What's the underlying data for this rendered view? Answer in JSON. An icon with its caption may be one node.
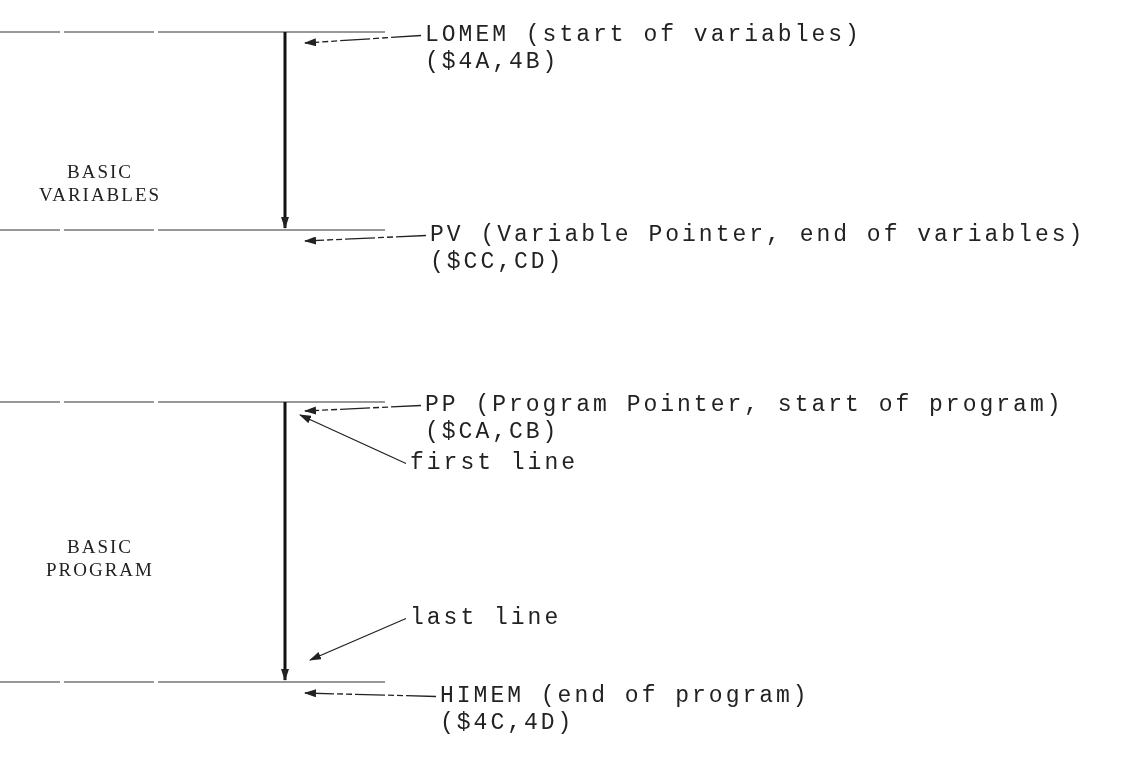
{
  "diagram": {
    "nodes": [
      {
        "text": [
          "LOMEM (start of variables)",
          "($4A,4B)"
        ]
      },
      {
        "text": [
          "PV (Variable Pointer, end of variables)",
          "($CC,CD)"
        ]
      },
      {
        "text": [
          "PP (Program Pointer, start of program)",
          "($CA,CB)"
        ]
      },
      {
        "text": [
          "first line"
        ]
      },
      {
        "text": [
          "last line"
        ]
      },
      {
        "text": [
          "HIMEM (end of program)",
          "($4C,4D)"
        ]
      }
    ],
    "edges": [
      {
        "from": 0,
        "to": null,
        "arrow": "to",
        "style": "dashed"
      },
      {
        "from": 1,
        "to": null,
        "arrow": "to",
        "style": "dashed"
      },
      {
        "from": 2,
        "to": null,
        "arrow": "to",
        "style": "dashed"
      },
      {
        "from": 3,
        "to": null,
        "arrow": "to"
      },
      {
        "from": 4,
        "to": null,
        "arrow": "to"
      },
      {
        "from": 5,
        "to": null,
        "arrow": "to",
        "style": "dashed"
      }
    ],
    "labels": [
      "BASIC VARIABLES",
      "BASIC PROGRAM"
    ]
  }
}
